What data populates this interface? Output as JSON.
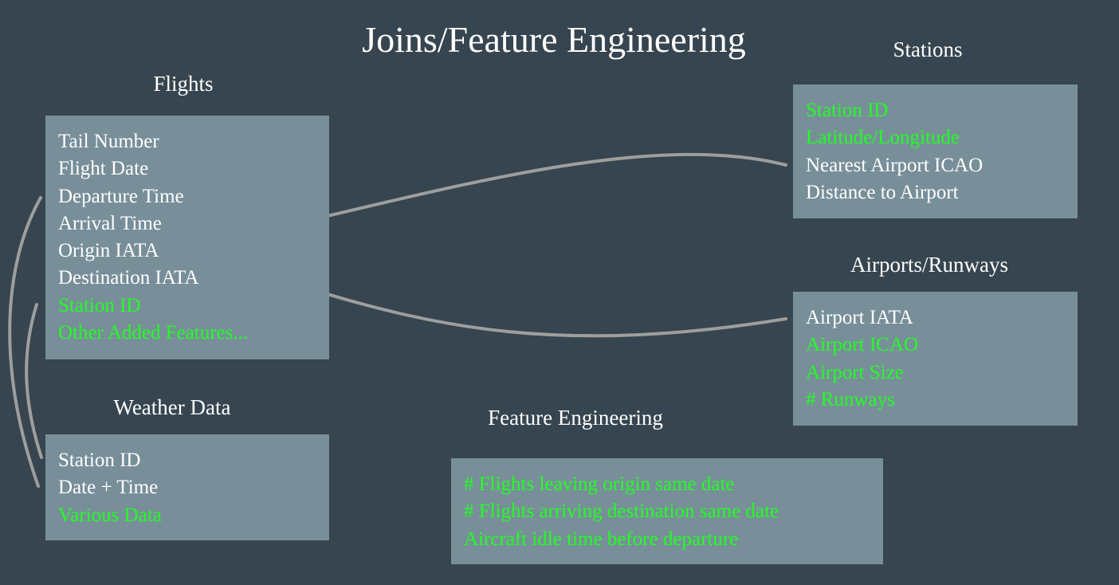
{
  "title": "Joins/Feature Engineering",
  "colors": {
    "background": "#36454f",
    "box": "#788f9a",
    "text": "#ffffff",
    "added_field": "#22ff22",
    "connector": "#9e9e9e"
  },
  "flights": {
    "heading": "Flights",
    "fields": [
      {
        "label": "Tail Number",
        "added": false
      },
      {
        "label": "Flight Date",
        "added": false
      },
      {
        "label": "Departure Time",
        "added": false
      },
      {
        "label": "Arrival Time",
        "added": false
      },
      {
        "label": "Origin IATA",
        "added": false
      },
      {
        "label": "Destination IATA",
        "added": false
      },
      {
        "label": "Station ID",
        "added": true
      },
      {
        "label": "Other Added Features...",
        "added": true
      }
    ]
  },
  "weather": {
    "heading": "Weather Data",
    "fields": [
      {
        "label": "Station ID",
        "added": false
      },
      {
        "label": "Date + Time",
        "added": false
      },
      {
        "label": "Various Data",
        "added": true
      }
    ]
  },
  "stations": {
    "heading": "Stations",
    "fields": [
      {
        "label": "Station ID",
        "added": true
      },
      {
        "label": "Latitude/Longitude",
        "added": true
      },
      {
        "label": "Nearest Airport ICAO",
        "added": false
      },
      {
        "label": "Distance to Airport",
        "added": false
      }
    ]
  },
  "airports": {
    "heading": "Airports/Runways",
    "fields": [
      {
        "label": "Airport IATA",
        "added": false
      },
      {
        "label": "Airport ICAO",
        "added": true
      },
      {
        "label": "Airport Size",
        "added": true
      },
      {
        "label": "# Runways",
        "added": true
      }
    ]
  },
  "feature_engineering": {
    "heading": "Feature Engineering",
    "fields": [
      {
        "label": "# Flights leaving origin same date",
        "added": true
      },
      {
        "label": "# Flights arriving destination same date",
        "added": true
      },
      {
        "label": "Aircraft idle time before departure",
        "added": true
      }
    ]
  }
}
